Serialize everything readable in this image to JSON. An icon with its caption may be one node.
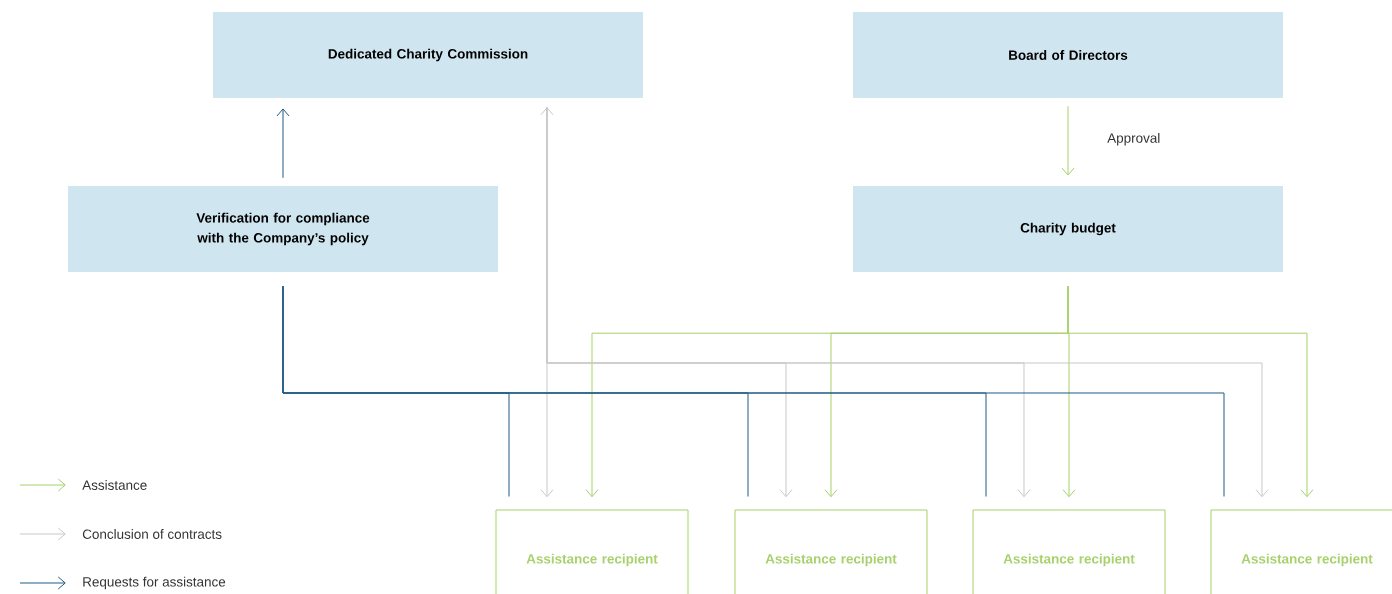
{
  "diagram": {
    "nodes": [
      {
        "text": [
          "Dedicated Charity Commission"
        ]
      },
      {
        "text": [
          "Board of Directors"
        ]
      },
      {
        "text": [
          "Verification for compliance with the Company’s policy"
        ]
      },
      {
        "text": [
          "Charity budget"
        ]
      },
      {
        "text": [
          "Assistance recipient"
        ]
      },
      {
        "text": [
          "Assistance recipient"
        ]
      },
      {
        "text": [
          "Assistance recipient"
        ]
      },
      {
        "text": [
          "Assistance recipient"
        ]
      }
    ],
    "edges": [
      {
        "from": 2,
        "to": 0,
        "arrow": "to",
        "color": "#1f5a85"
      },
      {
        "from": 1,
        "to": 3,
        "arrow": "to",
        "label": "Approval",
        "color": "#a6d16b"
      },
      {
        "from": 3,
        "to": 4,
        "arrow": "to",
        "color": "#a6d16b"
      },
      {
        "from": 3,
        "to": 5,
        "arrow": "to",
        "color": "#a6d16b"
      },
      {
        "from": 3,
        "to": 6,
        "arrow": "to",
        "color": "#a6d16b"
      },
      {
        "from": 3,
        "to": 7,
        "arrow": "to",
        "color": "#a6d16b"
      },
      {
        "from": 0,
        "to": 4,
        "arrow": "both",
        "color": "#c8c8c8"
      },
      {
        "from": 0,
        "to": 5,
        "arrow": "to",
        "color": "#c8c8c8"
      },
      {
        "from": 0,
        "to": 6,
        "arrow": "to",
        "color": "#c8c8c8"
      },
      {
        "from": 0,
        "to": 7,
        "arrow": "to",
        "color": "#c8c8c8"
      },
      {
        "from": 4,
        "to": 2,
        "arrow": "none",
        "color": "#1f5a85"
      },
      {
        "from": 5,
        "to": 2,
        "arrow": "none",
        "color": "#1f5a85"
      },
      {
        "from": 6,
        "to": 2,
        "arrow": "none",
        "color": "#1f5a85"
      },
      {
        "from": 7,
        "to": 2,
        "arrow": "none",
        "color": "#1f5a85"
      }
    ],
    "legend": [
      {
        "text": "Assistance"
      },
      {
        "text": "Conclusion of contracts"
      },
      {
        "text": "Requests for assistance"
      }
    ]
  }
}
